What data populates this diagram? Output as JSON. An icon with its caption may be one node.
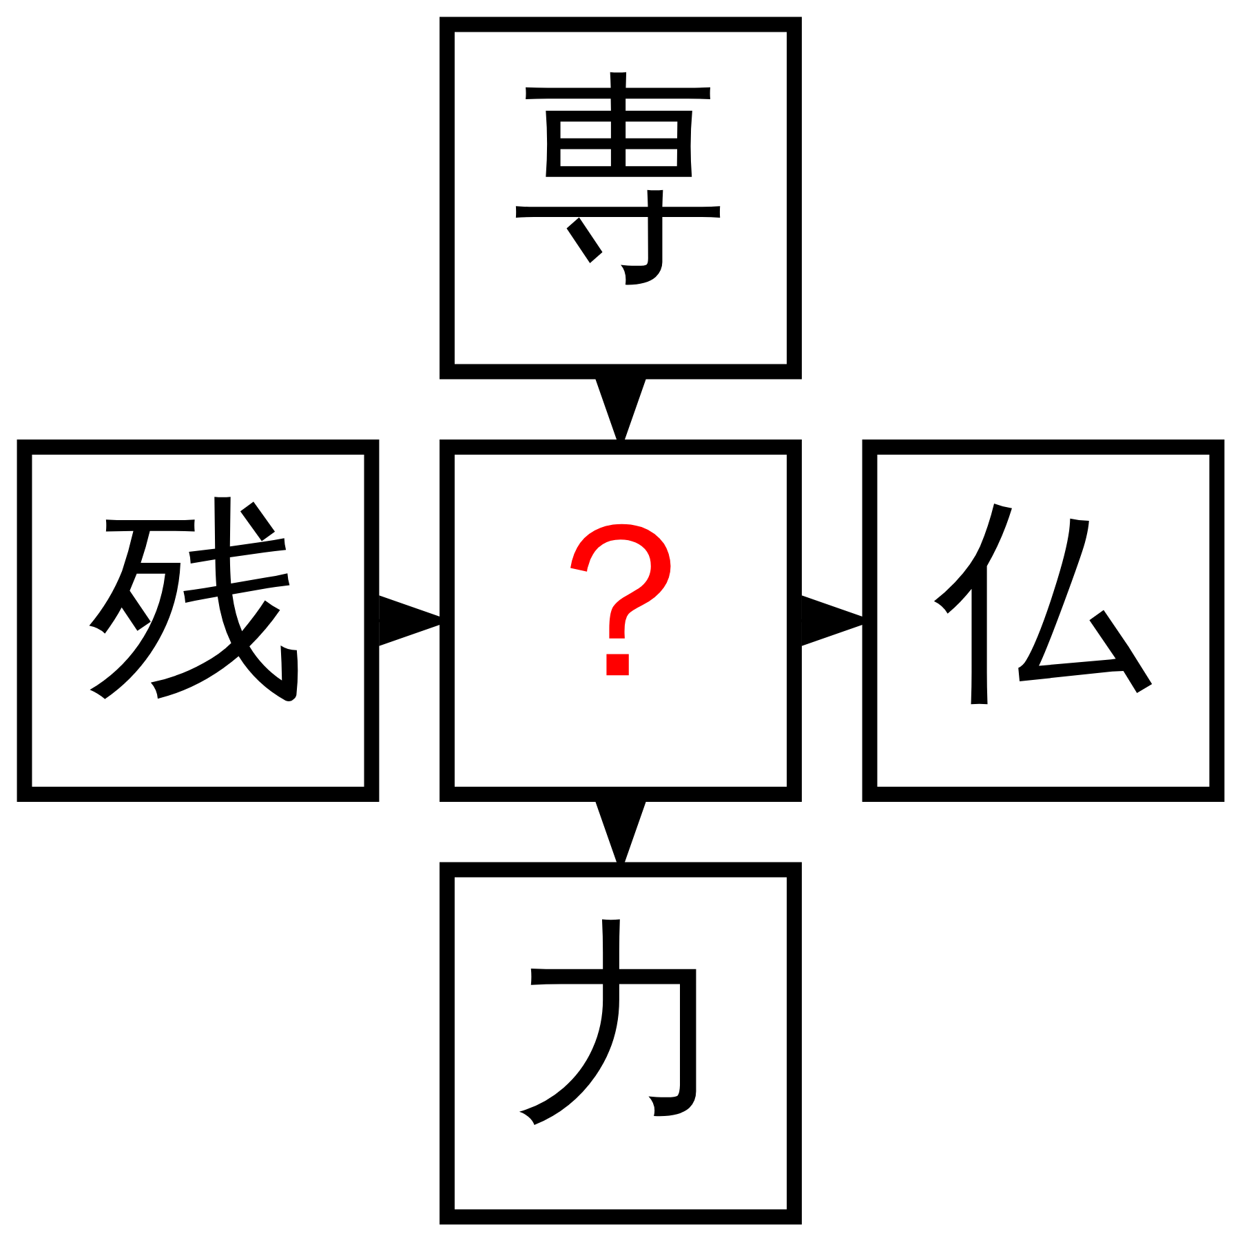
{
  "diagram": {
    "nodes": [
      {
        "text": [
          "専"
        ]
      },
      {
        "text": [
          "残"
        ]
      },
      {
        "text": [
          "？"
        ]
      },
      {
        "text": [
          "仏"
        ]
      },
      {
        "text": [
          "力"
        ]
      }
    ],
    "edges": [
      {
        "from": 0,
        "to": 2,
        "arrow": "to"
      },
      {
        "from": 1,
        "to": 2,
        "arrow": "to"
      },
      {
        "from": 2,
        "to": 3,
        "arrow": "to"
      },
      {
        "from": 2,
        "to": 4,
        "arrow": "to"
      }
    ]
  }
}
